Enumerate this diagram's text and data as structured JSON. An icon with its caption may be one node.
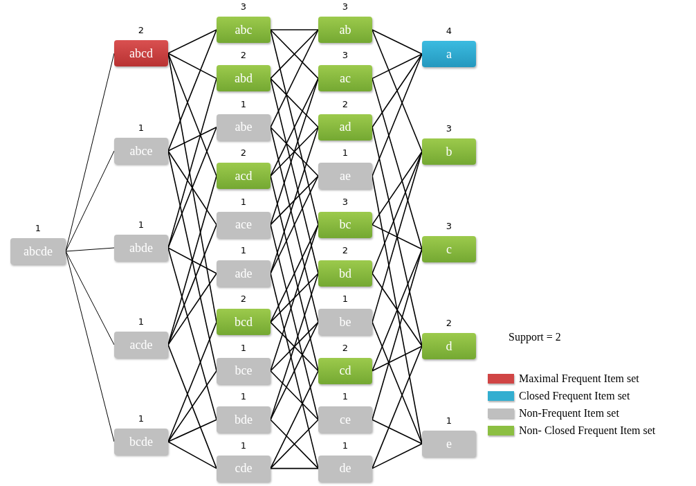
{
  "diagram": {
    "nodes": [
      {
        "text": [
          "abcde"
        ],
        "beside": [
          "1"
        ]
      },
      {
        "text": [
          "abcd"
        ],
        "beside": [
          "2"
        ]
      },
      {
        "text": [
          "abce"
        ],
        "beside": [
          "1"
        ]
      },
      {
        "text": [
          "abde"
        ],
        "beside": [
          "1"
        ]
      },
      {
        "text": [
          "acde"
        ],
        "beside": [
          "1"
        ]
      },
      {
        "text": [
          "bcde"
        ],
        "beside": [
          "1"
        ]
      },
      {
        "text": [
          "abc"
        ],
        "beside": [
          "3"
        ]
      },
      {
        "text": [
          "abd"
        ],
        "beside": [
          "2"
        ]
      },
      {
        "text": [
          "abe"
        ],
        "beside": [
          "1"
        ]
      },
      {
        "text": [
          "acd"
        ],
        "beside": [
          "2"
        ]
      },
      {
        "text": [
          "ace"
        ],
        "beside": [
          "1"
        ]
      },
      {
        "text": [
          "ade"
        ],
        "beside": [
          "1"
        ]
      },
      {
        "text": [
          "bcd"
        ],
        "beside": [
          "2"
        ]
      },
      {
        "text": [
          "bce"
        ],
        "beside": [
          "1"
        ]
      },
      {
        "text": [
          "bde"
        ],
        "beside": [
          "1"
        ]
      },
      {
        "text": [
          "cde"
        ],
        "beside": [
          "1"
        ]
      },
      {
        "text": [
          "ab"
        ],
        "beside": [
          "3"
        ]
      },
      {
        "text": [
          "ac"
        ],
        "beside": [
          "3"
        ]
      },
      {
        "text": [
          "ad"
        ],
        "beside": [
          "2"
        ]
      },
      {
        "text": [
          "ae"
        ],
        "beside": [
          "1"
        ]
      },
      {
        "text": [
          "bc"
        ],
        "beside": [
          "3"
        ]
      },
      {
        "text": [
          "bd"
        ],
        "beside": [
          "2"
        ]
      },
      {
        "text": [
          "be"
        ],
        "beside": [
          "1"
        ]
      },
      {
        "text": [
          "cd"
        ],
        "beside": [
          "2"
        ]
      },
      {
        "text": [
          "ce"
        ],
        "beside": [
          "1"
        ]
      },
      {
        "text": [
          "de"
        ],
        "beside": [
          "1"
        ]
      },
      {
        "text": [
          "a"
        ],
        "beside": [
          "4"
        ]
      },
      {
        "text": [
          "b"
        ],
        "beside": [
          "3"
        ]
      },
      {
        "text": [
          "c"
        ],
        "beside": [
          "3"
        ]
      },
      {
        "text": [
          "d"
        ],
        "beside": [
          "2"
        ]
      },
      {
        "text": [
          "e"
        ],
        "beside": [
          "1"
        ]
      }
    ],
    "edges": [
      {
        "from": 0,
        "to": 1,
        "arrow": "none"
      },
      {
        "from": 0,
        "to": 2,
        "arrow": "none"
      },
      {
        "from": 0,
        "to": 3,
        "arrow": "none"
      },
      {
        "from": 0,
        "to": 4,
        "arrow": "none"
      },
      {
        "from": 0,
        "to": 5,
        "arrow": "none"
      },
      {
        "from": 1,
        "to": 6,
        "arrow": "none"
      },
      {
        "from": 1,
        "to": 7,
        "arrow": "none"
      },
      {
        "from": 1,
        "to": 9,
        "arrow": "none"
      },
      {
        "from": 1,
        "to": 12,
        "arrow": "none"
      },
      {
        "from": 2,
        "to": 6,
        "arrow": "none"
      },
      {
        "from": 2,
        "to": 8,
        "arrow": "none"
      },
      {
        "from": 2,
        "to": 10,
        "arrow": "none"
      },
      {
        "from": 2,
        "to": 13,
        "arrow": "none"
      },
      {
        "from": 3,
        "to": 7,
        "arrow": "none"
      },
      {
        "from": 3,
        "to": 8,
        "arrow": "none"
      },
      {
        "from": 3,
        "to": 11,
        "arrow": "none"
      },
      {
        "from": 3,
        "to": 14,
        "arrow": "none"
      },
      {
        "from": 4,
        "to": 9,
        "arrow": "none"
      },
      {
        "from": 4,
        "to": 10,
        "arrow": "none"
      },
      {
        "from": 4,
        "to": 11,
        "arrow": "none"
      },
      {
        "from": 4,
        "to": 15,
        "arrow": "none"
      },
      {
        "from": 5,
        "to": 12,
        "arrow": "none"
      },
      {
        "from": 5,
        "to": 13,
        "arrow": "none"
      },
      {
        "from": 5,
        "to": 14,
        "arrow": "none"
      },
      {
        "from": 5,
        "to": 15,
        "arrow": "none"
      },
      {
        "from": 6,
        "to": 16,
        "arrow": "none"
      },
      {
        "from": 6,
        "to": 17,
        "arrow": "none"
      },
      {
        "from": 6,
        "to": 20,
        "arrow": "none"
      },
      {
        "from": 7,
        "to": 16,
        "arrow": "none"
      },
      {
        "from": 7,
        "to": 18,
        "arrow": "none"
      },
      {
        "from": 7,
        "to": 21,
        "arrow": "none"
      },
      {
        "from": 8,
        "to": 16,
        "arrow": "none"
      },
      {
        "from": 8,
        "to": 19,
        "arrow": "none"
      },
      {
        "from": 8,
        "to": 22,
        "arrow": "none"
      },
      {
        "from": 9,
        "to": 17,
        "arrow": "none"
      },
      {
        "from": 9,
        "to": 18,
        "arrow": "none"
      },
      {
        "from": 9,
        "to": 23,
        "arrow": "none"
      },
      {
        "from": 10,
        "to": 17,
        "arrow": "none"
      },
      {
        "from": 10,
        "to": 19,
        "arrow": "none"
      },
      {
        "from": 10,
        "to": 24,
        "arrow": "none"
      },
      {
        "from": 11,
        "to": 18,
        "arrow": "none"
      },
      {
        "from": 11,
        "to": 19,
        "arrow": "none"
      },
      {
        "from": 11,
        "to": 25,
        "arrow": "none"
      },
      {
        "from": 12,
        "to": 20,
        "arrow": "none"
      },
      {
        "from": 12,
        "to": 21,
        "arrow": "none"
      },
      {
        "from": 12,
        "to": 23,
        "arrow": "none"
      },
      {
        "from": 13,
        "to": 20,
        "arrow": "none"
      },
      {
        "from": 13,
        "to": 22,
        "arrow": "none"
      },
      {
        "from": 13,
        "to": 24,
        "arrow": "none"
      },
      {
        "from": 14,
        "to": 21,
        "arrow": "none"
      },
      {
        "from": 14,
        "to": 22,
        "arrow": "none"
      },
      {
        "from": 14,
        "to": 25,
        "arrow": "none"
      },
      {
        "from": 15,
        "to": 23,
        "arrow": "none"
      },
      {
        "from": 15,
        "to": 24,
        "arrow": "none"
      },
      {
        "from": 15,
        "to": 25,
        "arrow": "none"
      },
      {
        "from": 16,
        "to": 26,
        "arrow": "none"
      },
      {
        "from": 16,
        "to": 27,
        "arrow": "none"
      },
      {
        "from": 17,
        "to": 26,
        "arrow": "none"
      },
      {
        "from": 17,
        "to": 28,
        "arrow": "none"
      },
      {
        "from": 18,
        "to": 26,
        "arrow": "none"
      },
      {
        "from": 18,
        "to": 29,
        "arrow": "none"
      },
      {
        "from": 19,
        "to": 26,
        "arrow": "none"
      },
      {
        "from": 19,
        "to": 30,
        "arrow": "none"
      },
      {
        "from": 20,
        "to": 27,
        "arrow": "none"
      },
      {
        "from": 20,
        "to": 28,
        "arrow": "none"
      },
      {
        "from": 21,
        "to": 27,
        "arrow": "none"
      },
      {
        "from": 21,
        "to": 29,
        "arrow": "none"
      },
      {
        "from": 22,
        "to": 27,
        "arrow": "none"
      },
      {
        "from": 22,
        "to": 30,
        "arrow": "none"
      },
      {
        "from": 23,
        "to": 28,
        "arrow": "none"
      },
      {
        "from": 23,
        "to": 29,
        "arrow": "none"
      },
      {
        "from": 24,
        "to": 28,
        "arrow": "none"
      },
      {
        "from": 24,
        "to": 30,
        "arrow": "none"
      },
      {
        "from": 25,
        "to": 29,
        "arrow": "none"
      },
      {
        "from": 25,
        "to": 30,
        "arrow": "none"
      }
    ],
    "labels": [
      "Support = 2"
    ],
    "legend": [
      {
        "text": "Maximal Frequent Item set",
        "color": "#d04545"
      },
      {
        "text": "Closed Frequent Item set",
        "color": "#33aed0"
      },
      {
        "text": "Non-Frequent Item set",
        "color": "#bfbfbf"
      },
      {
        "text": "Non- Closed Frequent Item set",
        "color": "#8cbf42"
      }
    ]
  }
}
